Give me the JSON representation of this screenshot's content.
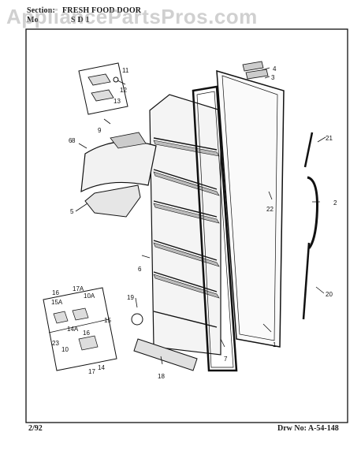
{
  "header": {
    "section_label": "Section:",
    "section_value": "FRESH FOOD DOOR",
    "model_label": "Mo",
    "model_value": "S D 1"
  },
  "watermark": "AppliancePartsPros.com",
  "footer": {
    "date": "2/92",
    "drawing_number": "Drw No: A-54-148"
  },
  "callouts": [
    "1",
    "2",
    "3",
    "4",
    "5",
    "6",
    "6",
    "7",
    "8",
    "9",
    "10",
    "10A",
    "11",
    "12",
    "13",
    "14",
    "14A",
    "15",
    "15A",
    "16",
    "16",
    "17",
    "17A",
    "18",
    "19",
    "20",
    "21",
    "22",
    "23"
  ]
}
